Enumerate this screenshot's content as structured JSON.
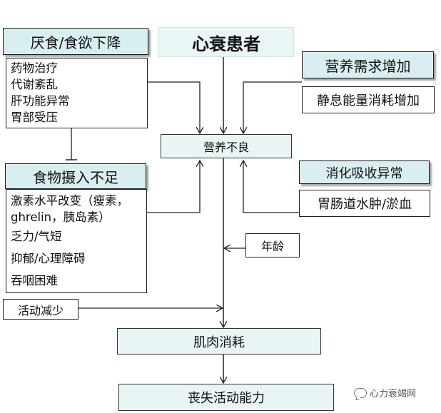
{
  "title": "心衰患者",
  "appetite": {
    "header": "厌食/食欲下降",
    "items": [
      "药物治疗",
      "代谢紊乱",
      "肝功能异常",
      "胃部受压"
    ]
  },
  "nutrition_demand": {
    "header": "营养需求增加",
    "item": "静息能量消耗增加"
  },
  "malnutrition": "营养不良",
  "food_intake": {
    "header": "食物摄入不足",
    "items": [
      "激素水平改变（瘦素，",
      "ghrelin，胰岛素）",
      "乏力/气短",
      "抑郁/心理障碍",
      "吞咽困难"
    ]
  },
  "digestion": {
    "header": "消化吸收异常",
    "item": "胃肠道水肿/淤血"
  },
  "age": "年龄",
  "activity": "活动减少",
  "muscle": "肌肉消耗",
  "loss": "丧失活动能力",
  "watermark": "心力衰竭网"
}
